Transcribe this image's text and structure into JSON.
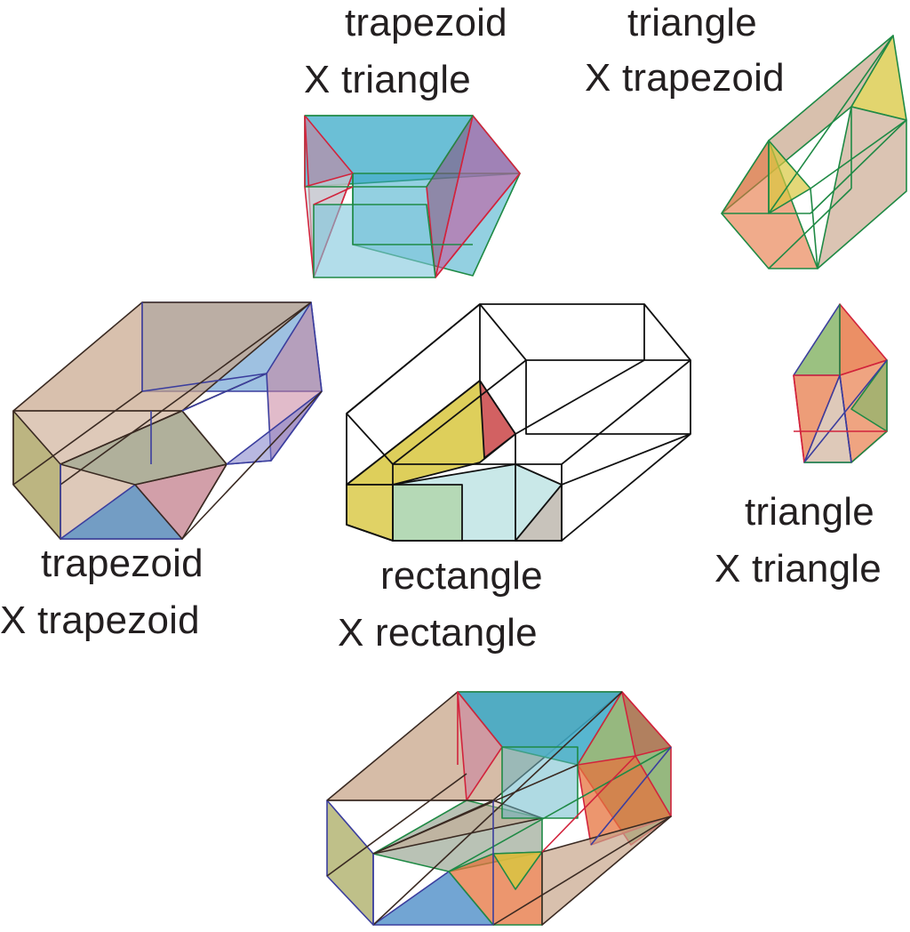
{
  "labels": {
    "trap_x_tri": {
      "line1": "trapezoid",
      "line2": "X triangle"
    },
    "tri_x_trap": {
      "line1": "triangle",
      "line2": "X trapezoid"
    },
    "trap_x_trap": {
      "line1": "trapezoid",
      "line2": "X trapezoid"
    },
    "rect_x_rect": {
      "line1": "rectangle",
      "line2": "X rectangle"
    },
    "tri_x_tri": {
      "line1": "triangle",
      "line2": "X triangle"
    }
  },
  "colors": {
    "tan": "#c8a58a",
    "blue": "#4f8ec8",
    "cyan": "#3aa9c8",
    "pink": "#c9849e",
    "magenta": "#c35aa0",
    "olive": "#a9ab62",
    "yellow": "#d8c73e",
    "orange": "#e6733e",
    "green": "#8ab66b",
    "red_face": "#d04e64",
    "light_cyan": "#bfe4e4",
    "edge_dark": "#3a2a22",
    "edge_blue": "#3b3e9e",
    "edge_red": "#d2233c",
    "edge_green": "#1f8a45",
    "edge_black": "#111111"
  }
}
